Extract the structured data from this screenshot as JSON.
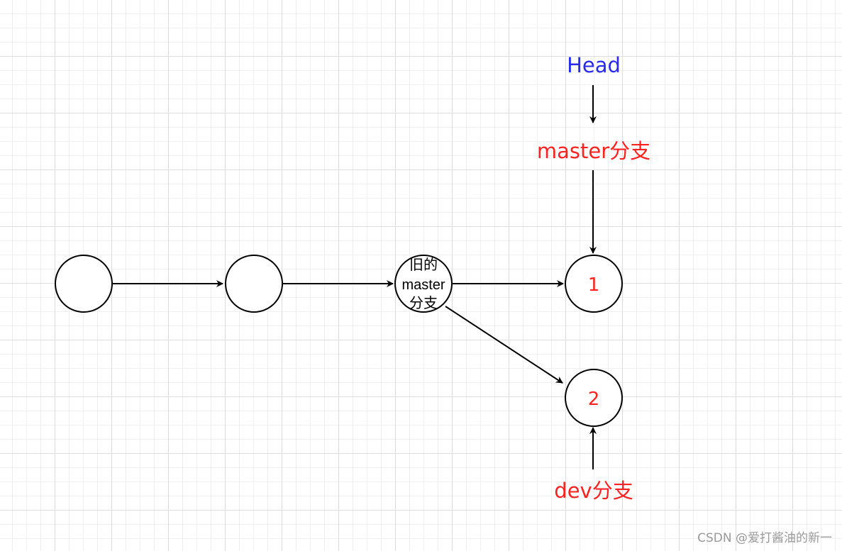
{
  "labels": {
    "head": "Head",
    "master_branch": "master分支",
    "dev_branch": "dev分支"
  },
  "nodes": {
    "commit_1": "",
    "commit_2": "",
    "old_master_line1": "旧的",
    "old_master_line2": "master",
    "old_master_line3": "分支",
    "commit_new_1": "1",
    "commit_new_2": "2"
  },
  "watermark": "CSDN @爱打酱油的新一",
  "colors": {
    "branch_label": "#ff2222",
    "head_label": "#2a2aee",
    "node_stroke": "#000000",
    "grid": "#dddddd"
  }
}
